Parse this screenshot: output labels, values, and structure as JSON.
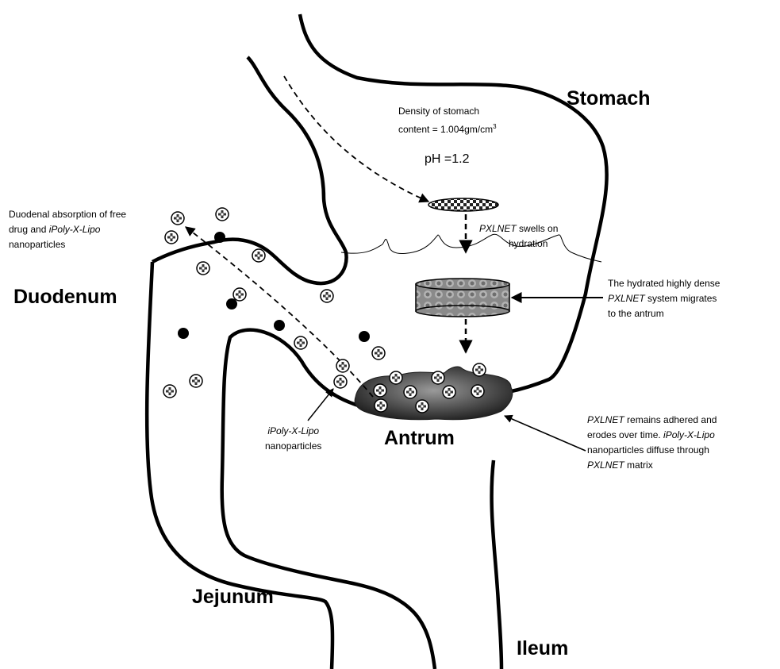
{
  "labels": {
    "stomach": "Stomach",
    "duodenum": "Duodenum",
    "antrum": "Antrum",
    "jejunum": "Jejunum",
    "ileum": "Ileum"
  },
  "density_note": {
    "line1": "Density of stomach",
    "line2": "content = 1.004gm/cm",
    "superscript": "3"
  },
  "ph_note": "pH =1.2",
  "absorption_note": {
    "line1": "Duodenal absorption of free",
    "line2_plain": "drug and ",
    "line2_italic": "iPoly-X-Lipo",
    "line3": "nanoparticles"
  },
  "swell_note": {
    "italic": "PXLNET",
    "plain": " swells on",
    "line2": "hydration"
  },
  "migrate_note": {
    "line1": "The hydrated highly dense",
    "line2_italic": "PXLNET",
    "line2_plain": " system migrates",
    "line3": "to the antrum"
  },
  "adhere_note": {
    "line1_italic": "PXLNET",
    "line1_plain": " remains adhered and",
    "line2_plain": "erodes over time.  ",
    "line2_italic": "iPoly-X-Lipo",
    "line3": "nanoparticles diffuse through",
    "line4_italic": "PXLNET",
    "line4_plain": " matrix"
  },
  "nanoparticle_note": {
    "line1_italic": "iPoly-X-Lipo",
    "line2": "nanoparticles"
  }
}
